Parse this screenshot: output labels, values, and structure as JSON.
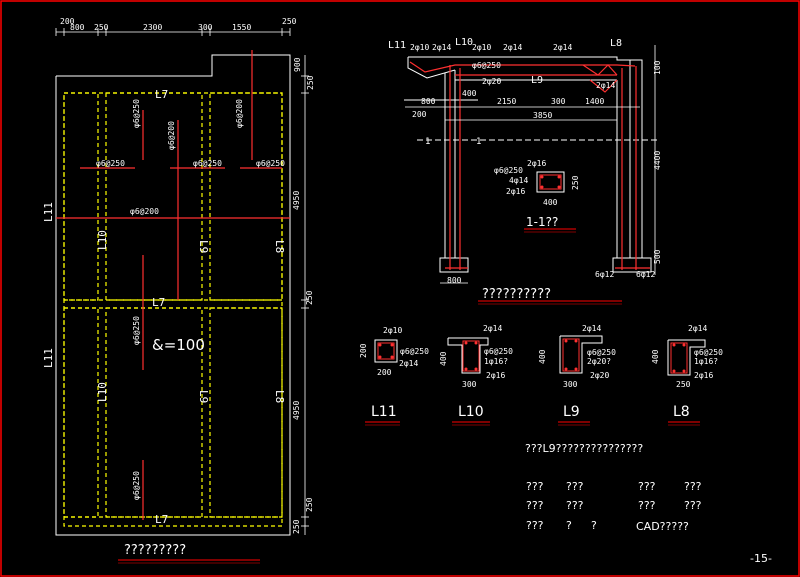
{
  "drawing": {
    "page_number": "-15-",
    "plan_title": "?????????",
    "elevation_title": "??????????",
    "section_title": "1-1??",
    "thickness_label": "&=100",
    "note_line": "???L9???????????????",
    "notes": [
      [
        "???",
        "???",
        "???",
        "???"
      ],
      [
        "???",
        "???",
        "???",
        "???"
      ],
      [
        "???",
        "?",
        "?",
        "CAD?????"
      ]
    ]
  },
  "plan": {
    "top_dims": [
      "200",
      "800",
      "250",
      "2300",
      "300",
      "1550",
      "250"
    ],
    "right_dims": [
      "900",
      "250",
      "4950",
      "250",
      "4950",
      "250",
      "250"
    ],
    "beam_labels": [
      "L7",
      "L7",
      "L7",
      "L10",
      "L9",
      "L8",
      "L10",
      "L9",
      "L8",
      "L11",
      "L11"
    ],
    "rebar_labels": [
      "φ6@200",
      "φ6@250",
      "φ6@200",
      "φ6@250",
      "φ6@250",
      "φ6@250",
      "φ6@200",
      "φ6@250",
      "φ6@250"
    ],
    "section_marks": [
      "1",
      "1"
    ]
  },
  "elevation": {
    "labels": [
      "L11",
      "L10",
      "L8",
      "L9"
    ],
    "rebars": [
      "2φ10",
      "2φ14",
      "2φ10",
      "2φ14",
      "2φ14",
      "φ6@250",
      "2φ20",
      "2φ14"
    ],
    "dims": [
      "800",
      "200",
      "2150",
      "300",
      "1400",
      "3850",
      "400",
      "100",
      "4400",
      "500",
      "800"
    ],
    "column_rebar": [
      "6φ12",
      "6φ12"
    ],
    "section_rebar": [
      "φ6@250",
      "2φ16",
      "4φ14",
      "2φ16",
      "400",
      "250"
    ]
  },
  "sections": [
    {
      "name": "L11",
      "labels": [
        "2φ10",
        "φ6@250",
        "2φ14"
      ],
      "dims": [
        "200",
        "200"
      ]
    },
    {
      "name": "L10",
      "labels": [
        "2φ14",
        "φ6@250",
        "1φ16?",
        "2φ16"
      ],
      "dims": [
        "400",
        "300"
      ]
    },
    {
      "name": "L9",
      "labels": [
        "2φ14",
        "φ6@250",
        "2φ20?",
        "2φ20"
      ],
      "dims": [
        "400",
        "300"
      ]
    },
    {
      "name": "L8",
      "labels": [
        "2φ14",
        "φ6@250",
        "1φ16?",
        "2φ16"
      ],
      "dims": [
        "400",
        "250"
      ]
    }
  ]
}
